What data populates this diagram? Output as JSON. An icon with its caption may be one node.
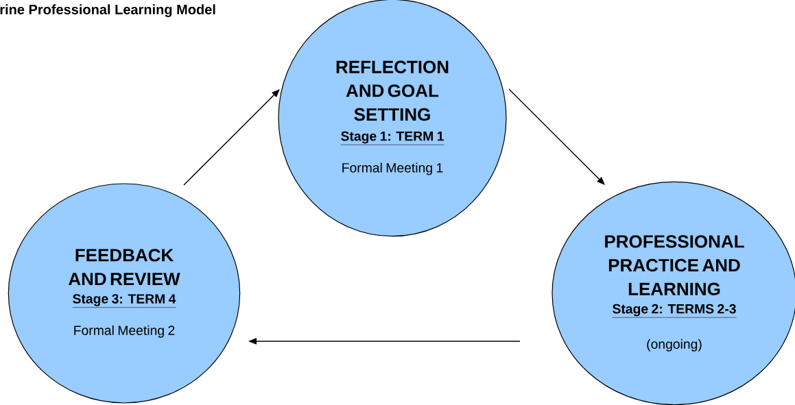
{
  "diagram": {
    "title": "rine Professional Learning Model",
    "nodes": [
      {
        "text": [
          "REFLECTION AND GOAL SETTING",
          "Stage 1: TERM 1",
          "Formal Meeting 1"
        ]
      },
      {
        "text": [
          "PROFESSIONAL PRACTICE AND LEARNING",
          "Stage 2: TERMS 2-3",
          "(ongoing)"
        ]
      },
      {
        "text": [
          "FEEDBACK AND REVIEW",
          "Stage 3: TERM 4",
          "Formal Meeting 2"
        ]
      }
    ],
    "edges": [
      {
        "from": 0,
        "to": 1,
        "arrow": "to"
      },
      {
        "from": 1,
        "to": 2,
        "arrow": "to"
      },
      {
        "from": 2,
        "to": 0,
        "arrow": "to"
      }
    ]
  }
}
